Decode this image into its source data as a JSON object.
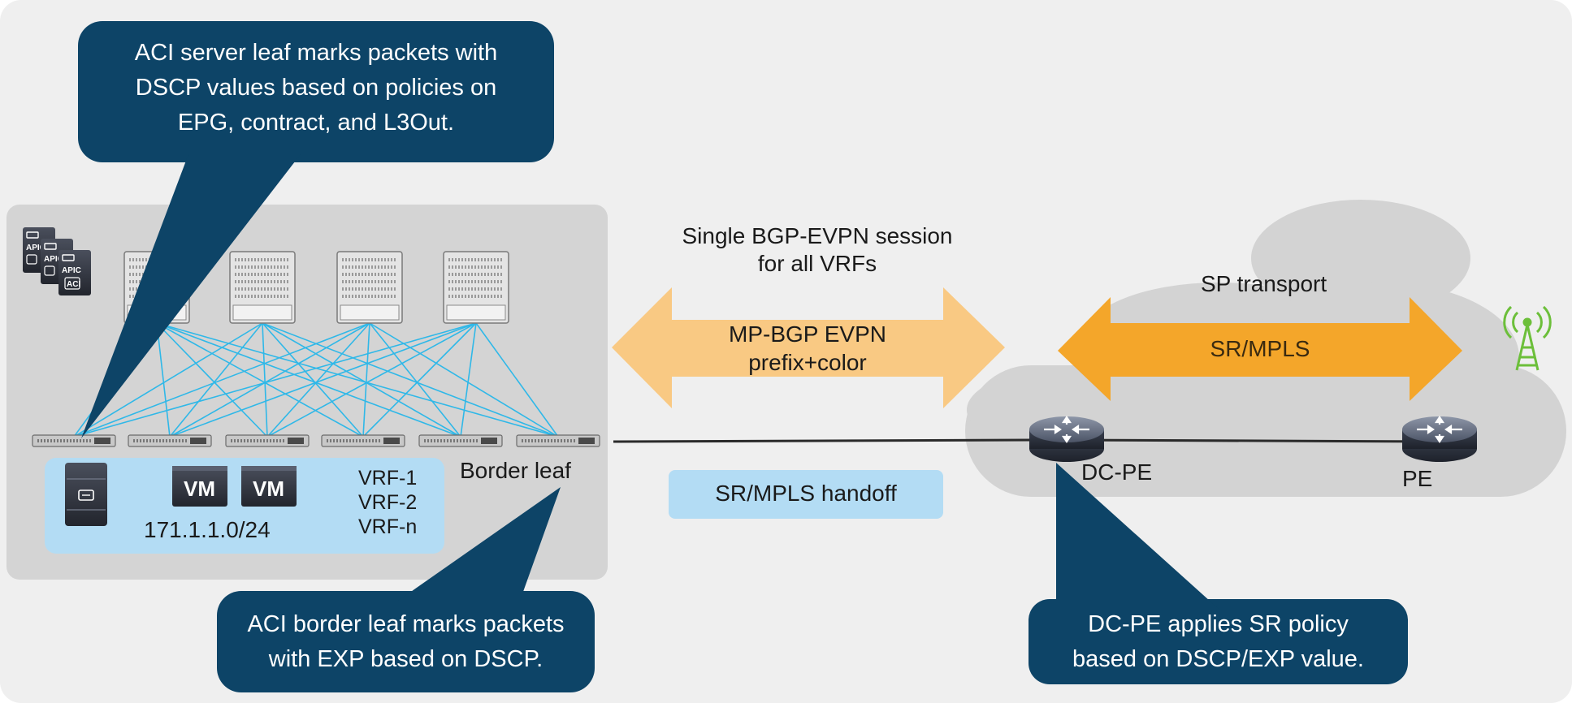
{
  "colors": {
    "page_bg": "#efefef",
    "fabric_bg": "#d4d4d4",
    "cloud": "#d3d3d3",
    "callout": "#0d4467",
    "fabric_link": "#2fb8e8",
    "endpoint_panel": "#b3dcf4",
    "handoff_box": "#b3dcf4",
    "evpn_arrow": "#f9c983",
    "srmpls_arrow": "#f4a62a",
    "tower": "#6cbf3a"
  },
  "icons": [
    "apic-controller-icon",
    "spine-switch-icon",
    "leaf-switch-icon",
    "server-icon",
    "vm-icon",
    "router-icon",
    "cell-tower-icon"
  ],
  "apic": {
    "label": "APIC",
    "sub_label": "ACI"
  },
  "vm": {
    "label": "VM"
  },
  "callouts": {
    "server_leaf": [
      "ACI server leaf marks packets with",
      "DSCP values based on policies on",
      "EPG, contract, and L3Out."
    ],
    "border_leaf": [
      "ACI border leaf marks packets",
      "with EXP based on DSCP."
    ],
    "dc_pe": [
      "DC-PE applies SR policy",
      "based on DSCP/EXP value."
    ]
  },
  "labels": {
    "subnet": "171.1.1.0/24",
    "vrfs": [
      "VRF-1",
      "VRF-2",
      "VRF-n"
    ],
    "border_leaf": "Border leaf",
    "session": [
      "Single BGP-EVPN session",
      "for all VRFs"
    ],
    "evpn_arrow": [
      "MP-BGP EVPN",
      "prefix+color"
    ],
    "handoff": "SR/MPLS handoff",
    "sp_transport": "SP transport",
    "srmpls_arrow": "SR/MPLS",
    "dc_pe": "DC-PE",
    "pe": "PE"
  }
}
